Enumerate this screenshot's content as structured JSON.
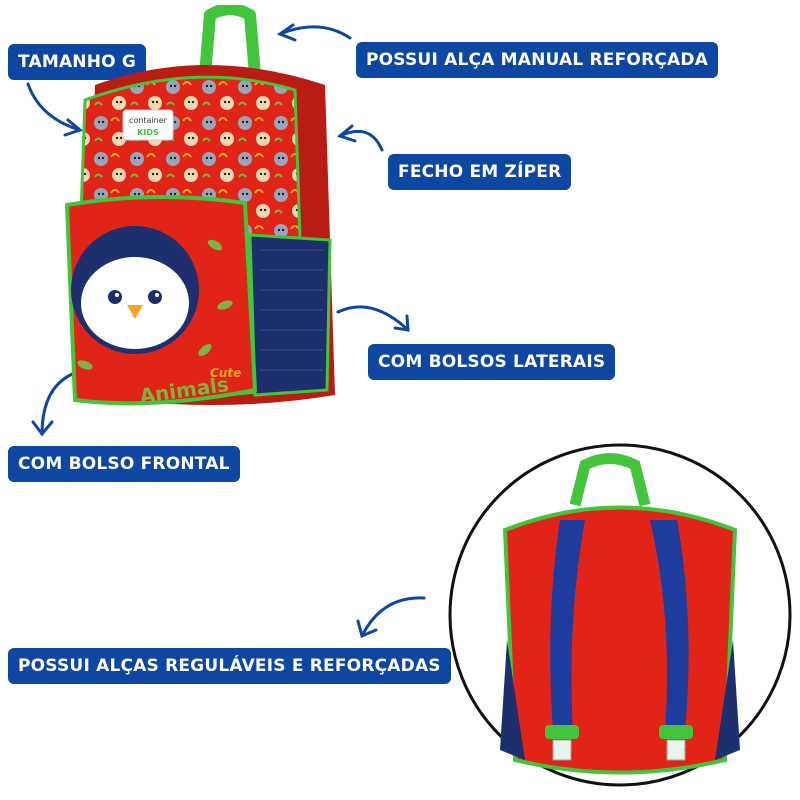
{
  "callouts": {
    "size": "TAMANHO G",
    "handle": "POSSUI ALÇA MANUAL REFORÇADA",
    "zipper": "FECHO EM ZÍPER",
    "side_pockets": "COM BOLSOS LATERAIS",
    "front_pocket": "COM BOLSO FRONTAL",
    "straps": "POSSUI ALÇAS REGULÁVEIS E REFORÇADAS"
  },
  "product": {
    "brand": "container",
    "brand_sub": "KIDS",
    "print_text_1": "Cute",
    "print_text_2": "Animals"
  },
  "colors": {
    "label_bg": "#0d47a1",
    "bag_red": "#e02418",
    "trim_green": "#43c43c",
    "navy": "#1e2f6e"
  }
}
